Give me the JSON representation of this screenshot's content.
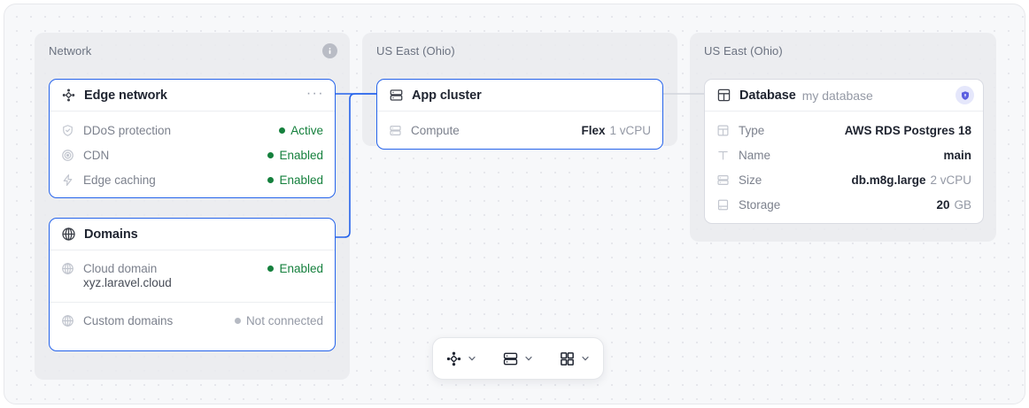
{
  "groups": [
    {
      "title": "Network",
      "has_info_icon": true,
      "info_icon": "info-icon"
    },
    {
      "title": "US East (Ohio)",
      "has_info_icon": false
    },
    {
      "title": "US East (Ohio)",
      "has_info_icon": false
    }
  ],
  "cards": {
    "edge_network": {
      "title": "Edge network",
      "icon": "edge-network-icon",
      "menu_label": "···",
      "selected": true,
      "rows": [
        {
          "icon": "shield-check-icon",
          "label": "DDoS protection",
          "status": "Active",
          "state": "ok"
        },
        {
          "icon": "radar-icon",
          "label": "CDN",
          "status": "Enabled",
          "state": "ok"
        },
        {
          "icon": "bolt-icon",
          "label": "Edge caching",
          "status": "Enabled",
          "state": "ok"
        }
      ]
    },
    "domains": {
      "title": "Domains",
      "icon": "globe-icon",
      "selected": true,
      "rows": [
        {
          "icon": "globe-icon",
          "label": "Cloud domain",
          "status": "Enabled",
          "state": "ok",
          "sub": "xyz.laravel.cloud"
        },
        {
          "icon": "globe-icon",
          "label": "Custom domains",
          "status": "Not connected",
          "state": "off"
        }
      ]
    },
    "app_cluster": {
      "title": "App cluster",
      "icon": "server-icon",
      "selected": true,
      "rows": [
        {
          "icon": "server-icon",
          "label": "Compute",
          "value_strong": "Flex",
          "value_muted": "1 vCPU"
        }
      ]
    },
    "database": {
      "title": "Database",
      "subtitle": "my database",
      "icon": "table-icon",
      "badge_icon": "shield-icon",
      "selected": false,
      "rows": [
        {
          "icon": "table-icon",
          "label": "Type",
          "value_strong": "AWS RDS Postgres 18",
          "value_muted": ""
        },
        {
          "icon": "text-icon",
          "label": "Name",
          "value_strong": "main",
          "value_muted": ""
        },
        {
          "icon": "server-icon",
          "label": "Size",
          "value_strong": "db.m8g.large",
          "value_muted": "2 vCPU"
        },
        {
          "icon": "hard-drive-icon",
          "label": "Storage",
          "value_strong": "20",
          "value_muted": "GB"
        }
      ]
    }
  },
  "toolbar": {
    "items": [
      {
        "icon": "edge-network-icon",
        "chevron": "chevron-down-icon"
      },
      {
        "icon": "server-icon",
        "chevron": "chevron-down-icon"
      },
      {
        "icon": "grid-icon",
        "chevron": "chevron-down-icon"
      }
    ]
  },
  "colors": {
    "accent": "#2563eb",
    "status_ok": "#15803d",
    "status_off": "#9499a5",
    "badge": "#5b5fe0",
    "panel": "#e9eaee",
    "canvas": "#f7f8fa"
  }
}
